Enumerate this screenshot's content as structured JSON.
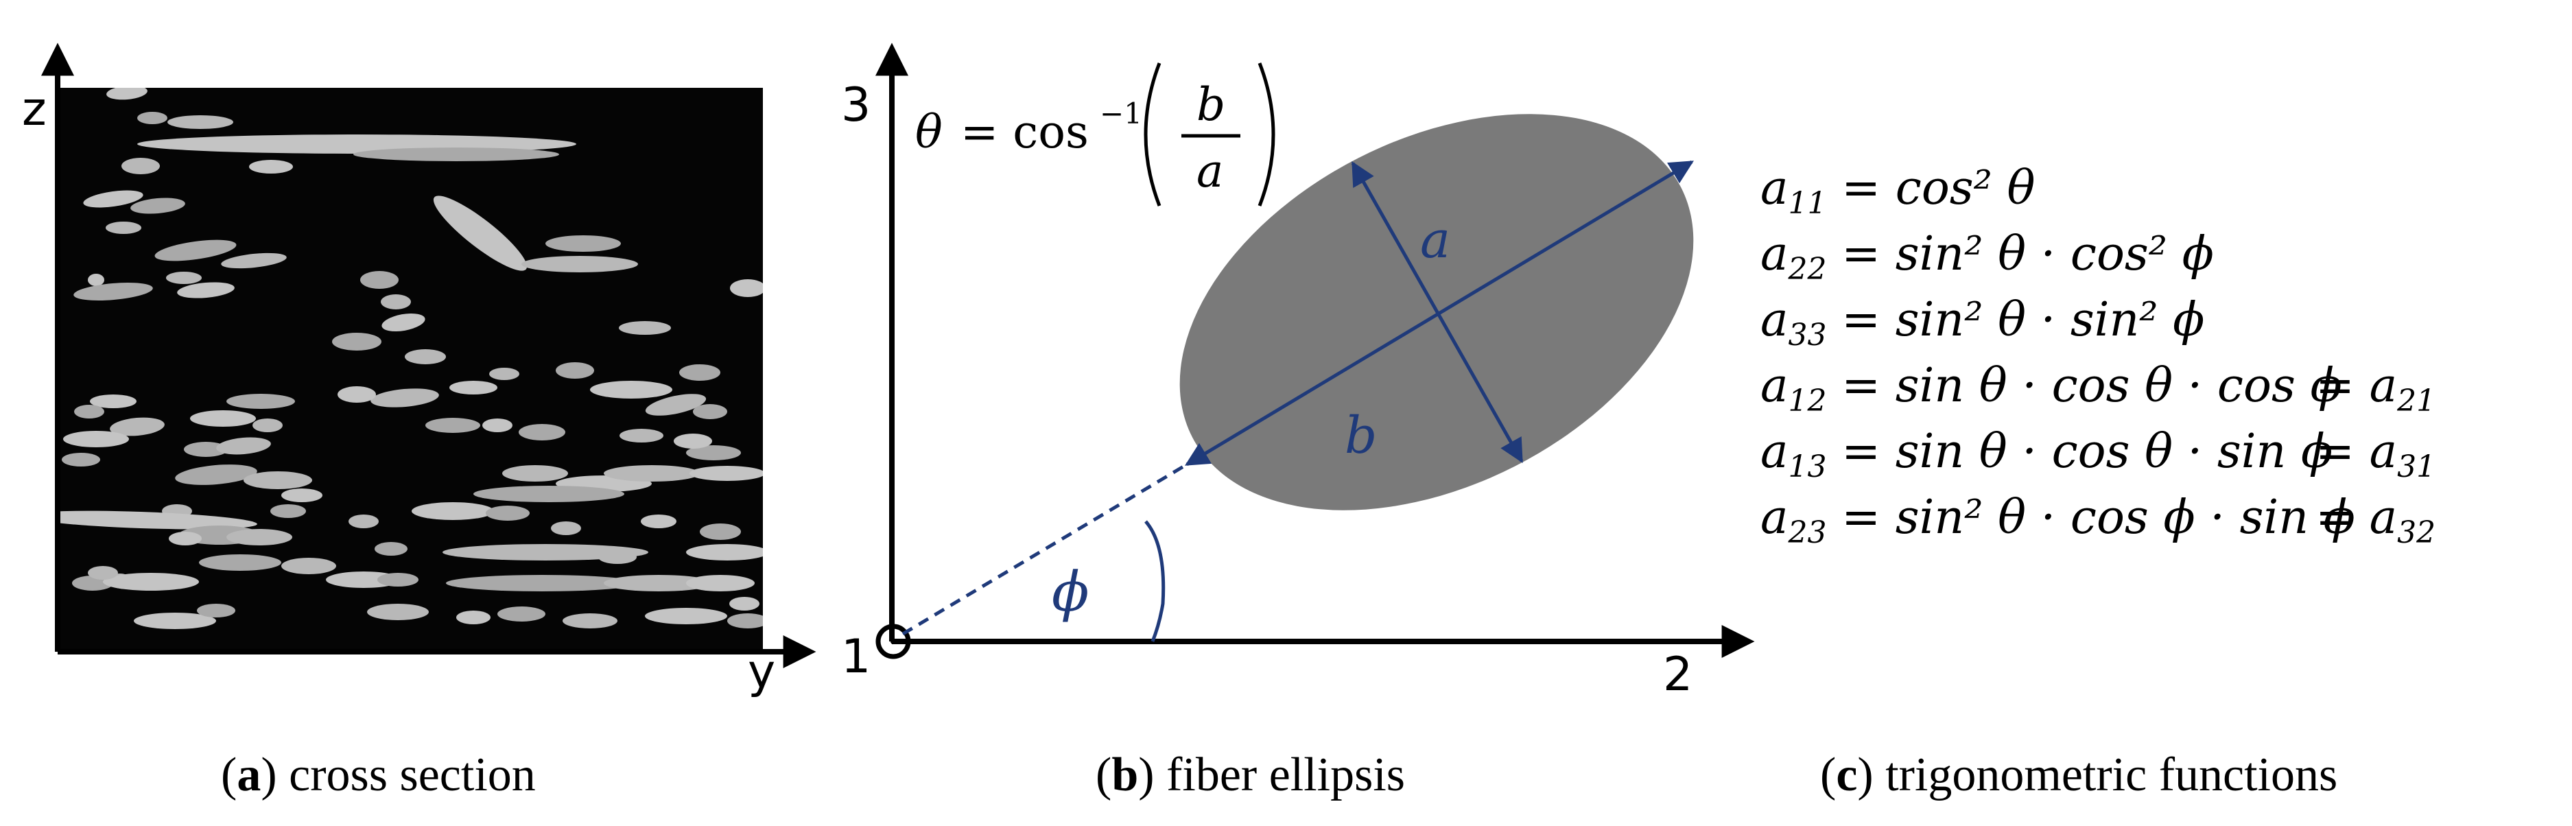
{
  "panel_a": {
    "axis_z": "z",
    "axis_y": "y",
    "caption_letter": "a",
    "caption_text": "cross section"
  },
  "panel_b": {
    "axis_3": "3",
    "axis_1": "1",
    "axis_2": "2",
    "theta_lhs": "θ",
    "theta_eq": "= cos",
    "theta_exp": "−1",
    "frac_num": "b",
    "frac_den": "a",
    "label_a": "a",
    "label_b": "b",
    "label_phi": "ϕ",
    "caption_letter": "b",
    "caption_text": "fiber ellipsis"
  },
  "panel_c": {
    "equations": [
      {
        "lhs_base": "a",
        "lhs_sub": "11",
        "rhs": "= cos² θ",
        "extra": ""
      },
      {
        "lhs_base": "a",
        "lhs_sub": "22",
        "rhs": "= sin² θ · cos² ϕ",
        "extra": ""
      },
      {
        "lhs_base": "a",
        "lhs_sub": "33",
        "rhs": "= sin² θ · sin² ϕ",
        "extra": ""
      },
      {
        "lhs_base": "a",
        "lhs_sub": "12",
        "rhs": "= sin θ · cos θ · cos ϕ",
        "extra": "= a21"
      },
      {
        "lhs_base": "a",
        "lhs_sub": "13",
        "rhs": "= sin θ · cos θ · sin ϕ",
        "extra": "= a31"
      },
      {
        "lhs_base": "a",
        "lhs_sub": "23",
        "rhs": "= sin² θ · cos ϕ · sin ϕ",
        "extra": "= a32"
      }
    ],
    "caption_letter": "c",
    "caption_text": "trigonometric functions"
  },
  "colors": {
    "navy": "#1f3a7a",
    "ellipse_fill": "#7a7a7a",
    "micrograph_bg": "#050505",
    "fiber_light": "#b8b8b8"
  }
}
